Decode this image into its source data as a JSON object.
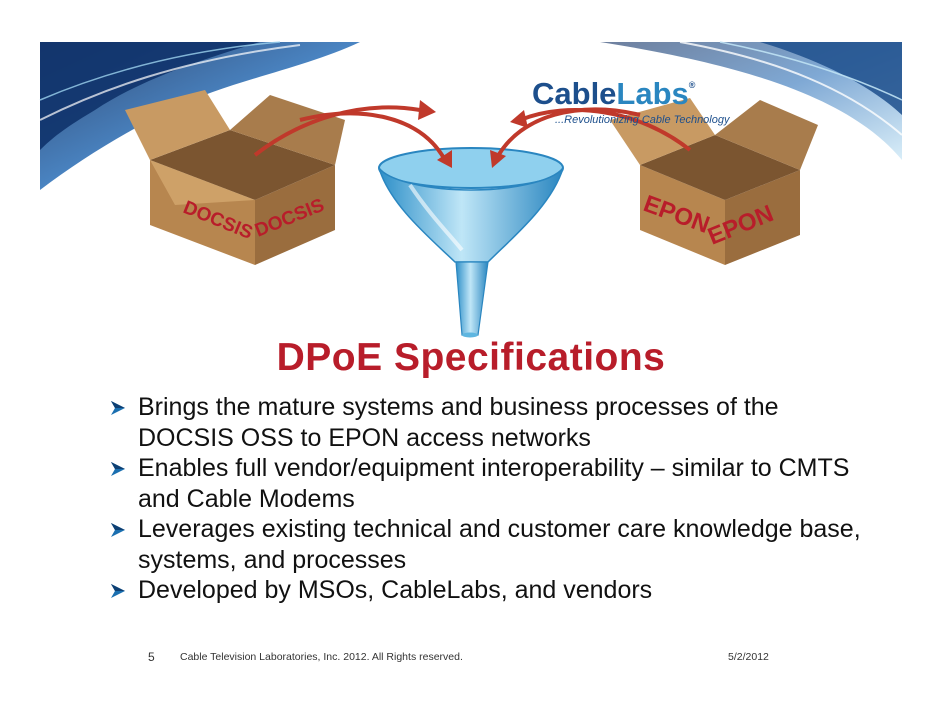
{
  "logo": {
    "brand_part1": "Cable",
    "brand_part2": "Labs",
    "registered": "®",
    "tagline": "...Revolutionizing Cable Technology"
  },
  "boxes": {
    "left_label_1": "DOCSIS",
    "left_label_2": "DOCSIS",
    "right_label_1": "EPON",
    "right_label_2": "EPON"
  },
  "colors": {
    "title": "#b81d2a",
    "arrow": "#c0392b",
    "funnel": "#5fb6e0",
    "box": "#b9895a",
    "bullet": "#1a6fb0",
    "swoosh": "#1d4f8c"
  },
  "title": "DPoE Specifications",
  "bullets": [
    "Brings the mature systems and business processes of the DOCSIS OSS to EPON access networks",
    "Enables full vendor/equipment interoperability – similar to CMTS and Cable Modems",
    "Leverages existing technical and customer care knowledge base, systems, and processes",
    "Developed by MSOs, CableLabs, and vendors"
  ],
  "footer": {
    "page_number": "5",
    "copyright": "Cable Television Laboratories, Inc. 2012.  All Rights reserved.",
    "date": "5/2/2012"
  }
}
